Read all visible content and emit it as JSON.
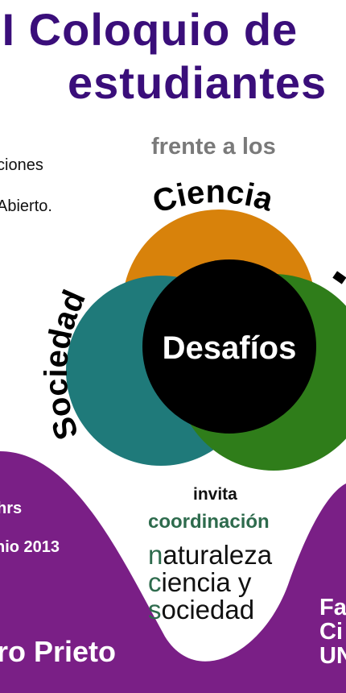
{
  "title": {
    "line1": "II Coloquio de",
    "line2": "estudiantes"
  },
  "subtitle": "frente a los",
  "side_text": {
    "line1": "ciones",
    "line2": "Abierto."
  },
  "venn": {
    "top_label": "Ciencia",
    "left_label": "Sociedad",
    "center_label": "Desafíos",
    "colors": {
      "top": "#d8820b",
      "left": "#1f7a7a",
      "right": "#2f7d1a",
      "center": "#000000"
    }
  },
  "schedule": {
    "hours": "hrs",
    "date": "nio 2013"
  },
  "speaker": "ro Prieto",
  "invite": {
    "invita": "invita",
    "coordination": "coordinación",
    "group_line1_initial": "n",
    "group_line1_rest": "aturaleza",
    "group_line2_initial": "c",
    "group_line2_rest": "iencia y",
    "group_line3_initial": "s",
    "group_line3_rest": "ociedad"
  },
  "faculty": {
    "line1": "Fa",
    "line2": "Ci",
    "line3": "UN"
  },
  "colors": {
    "title": "#3a0e7a",
    "purple_band": "#7a1f86",
    "coordination_green": "#2e6b4d",
    "subtitle_gray": "#7a7a7a"
  }
}
